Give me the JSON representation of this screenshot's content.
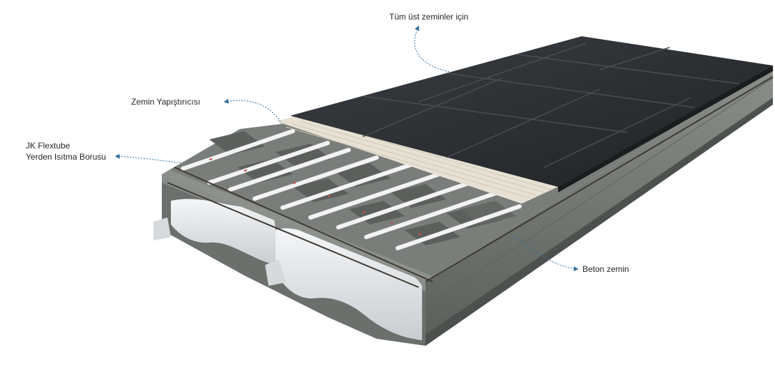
{
  "labels": {
    "top_floor": "Tüm üst zeminler için",
    "adhesive": "Zemin Yapıştırıcısı",
    "pipe_line1": "JK Flextube",
    "pipe_line2": "Yerden Isıtma Borusu",
    "concrete": "Beton zemin"
  },
  "colors": {
    "tile": "#2a2d30",
    "tile_edge": "#4a4e52",
    "adhesive": "#e7e1d4",
    "concrete": "#6f736f",
    "concrete_dark": "#4b4f4c",
    "pipe": "#f3f3f3",
    "pipe_marking": "#c94a4a",
    "eps": "#e9ecef",
    "leader_line": "#2f6f9f"
  },
  "icons": [
    "arrow-head-icon"
  ]
}
